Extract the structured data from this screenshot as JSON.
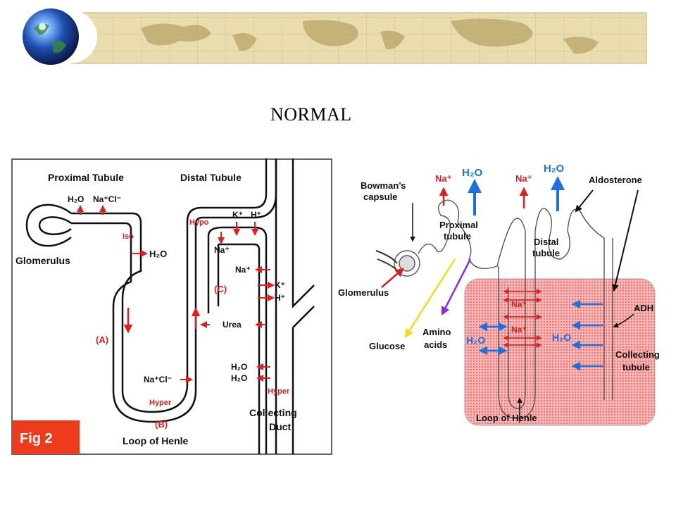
{
  "slide": {
    "title": "NORMAL"
  },
  "colors": {
    "arrow_red": "#e21d1d",
    "arrow_blue": "#1e6fe0",
    "arrow_yellow": "#f5dc12",
    "arrow_purple": "#8a2be2",
    "interstitium": "#f6b5b5",
    "fig_badge": "#ee3b1c",
    "banner_map": "#e9dcae"
  },
  "icons": [
    "globe-icon"
  ],
  "fig2": {
    "badge": "Fig 2",
    "proximal_tubule": "Proximal Tubule",
    "distal_tubule": "Distal Tubule",
    "glomerulus": "Glomerulus",
    "loop_of_henle": "Loop of Henle",
    "collecting_duct_1": "Collecting",
    "collecting_duct_2": "Duct",
    "h2o_top": "H₂O",
    "nacl_top": "Na⁺Cl⁻",
    "iso": "Iso",
    "h2o_mid": "H₂O",
    "hypo": "Hypo",
    "k_top": "K⁺",
    "h_top": "H⁺",
    "na_c": "Na⁺",
    "na_right": "Na⁺",
    "k_right": "K⁺",
    "h_right": "H⁺",
    "label_a": "(A)",
    "label_b": "(B)",
    "label_c": "(C)",
    "urea": "Urea",
    "nacl_bottom": "Na⁺Cl⁻",
    "hyper_bottom": "Hyper",
    "h2o_cd1": "H₂O",
    "h2o_cd2": "H₂O",
    "hyper_cd": "Hyper"
  },
  "nephron": {
    "bowmans_1": "Bowman’s",
    "bowmans_2": "capsule",
    "na_left": "Na⁺",
    "h2o_left": "H₂O",
    "na_mid": "Na⁺",
    "h2o_right": "H₂O",
    "aldosterone": "Aldosterone",
    "proximal_1": "Proximal",
    "proximal_2": "tubule",
    "distal_1": "Distal",
    "distal_2": "tubule",
    "glomerulus": "Glomerulus",
    "glucose": "Glucose",
    "amino_1": "Amino",
    "amino_2": "acids",
    "na_inner_1": "Na⁺",
    "na_inner_2": "Na⁺",
    "h2o_inner_left": "H₂O",
    "h2o_inner_right": "H₂O",
    "adh": "ADH",
    "collecting_1": "Collecting",
    "collecting_2": "tubule",
    "loop_of_henle": "Loop of Henle"
  }
}
